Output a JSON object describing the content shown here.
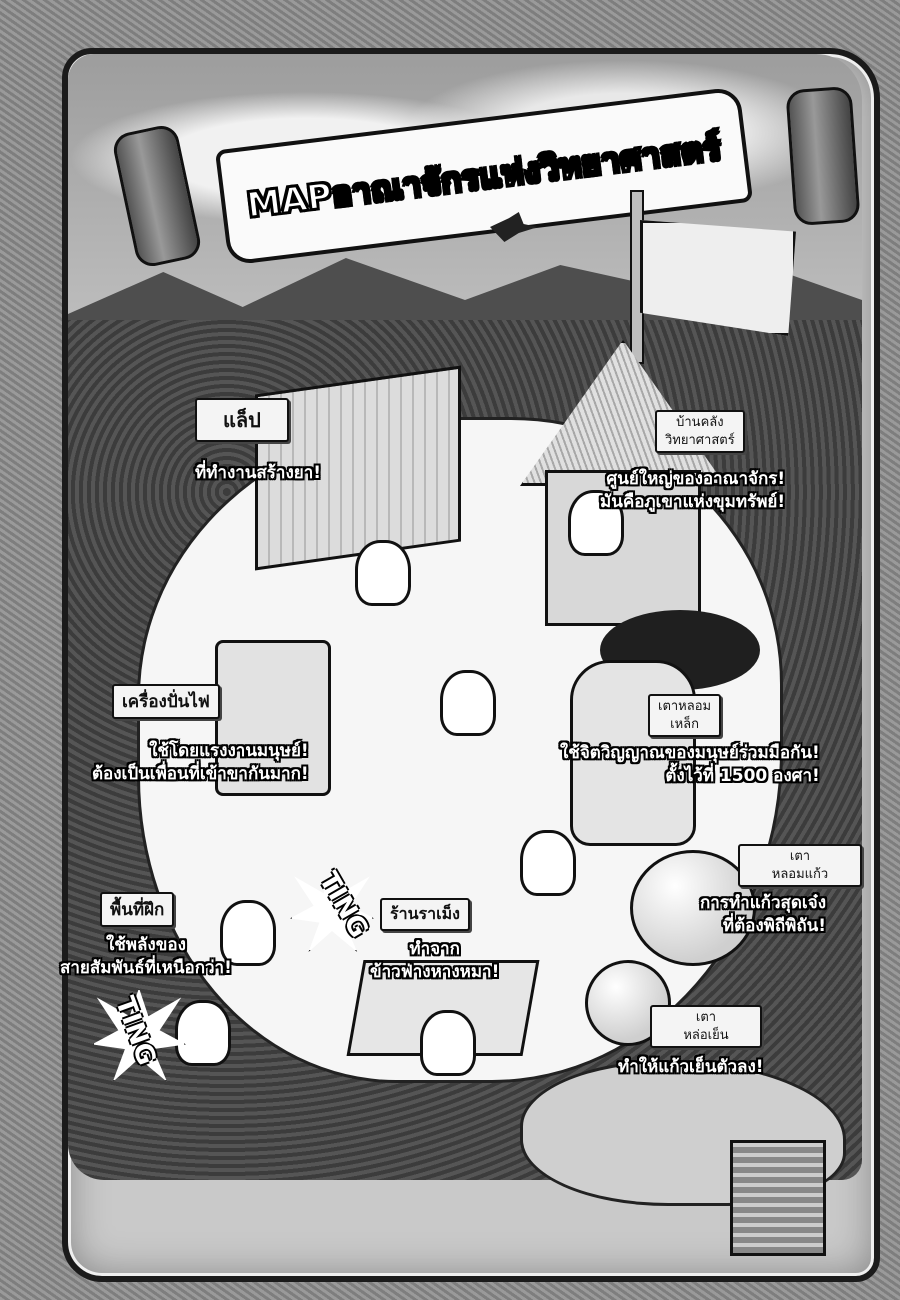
{
  "title": "MAPอาณาจักรแห่งวิทยาศาสตร์",
  "locations": {
    "lab": {
      "label": "แล็ป",
      "caption": "ที่ทำงานสร้างยา!"
    },
    "storehouse": {
      "label_line1": "บ้านคลัง",
      "label_line2": "วิทยาศาสตร์",
      "caption_line1": "ศูนย์ใหญ่ของอาณาจักร!",
      "caption_line2": "มันคือภูเขาแห่งขุมทรัพย์!"
    },
    "generator": {
      "label": "เครื่องปั่นไฟ",
      "caption_line1": "ใช้โดยแรงงานมนุษย์!",
      "caption_line2": "ต้องเป็นเพื่อนที่เข้าขากันมาก!"
    },
    "iron_furnace": {
      "label_line1": "เตาหลอม",
      "label_line2": "เหล็ก",
      "caption_line1": "ใช้จิตวิญญาณของมนุษย์ร่วมมือกัน!",
      "caption_line2": "ตั้งไว้ที่ 1500 องศา!"
    },
    "glass_furnace": {
      "label_line1": "เตา",
      "label_line2": "หลอมแก้ว",
      "caption_line1": "การทำแก้วสุดเจ๋ง",
      "caption_line2": "ที่ต้องพิถีพิถัน!"
    },
    "training_ground": {
      "label": "พื้นที่ฝึก",
      "caption_line1": "ใช้พลังของ",
      "caption_line2": "สายสัมพันธ์ที่เหนือกว่า!"
    },
    "ramen_shop": {
      "label": "ร้านราเม็ง",
      "caption_line1": "ทำจาก",
      "caption_line2": "ข้าวฟ่างหางหมา!"
    },
    "cooling_furnace": {
      "label_line1": "เตา",
      "label_line2": "หล่อเย็น",
      "caption": "ทำให้แก้วเย็นตัวลง!"
    }
  },
  "sfx": [
    "TING",
    "TING"
  ]
}
